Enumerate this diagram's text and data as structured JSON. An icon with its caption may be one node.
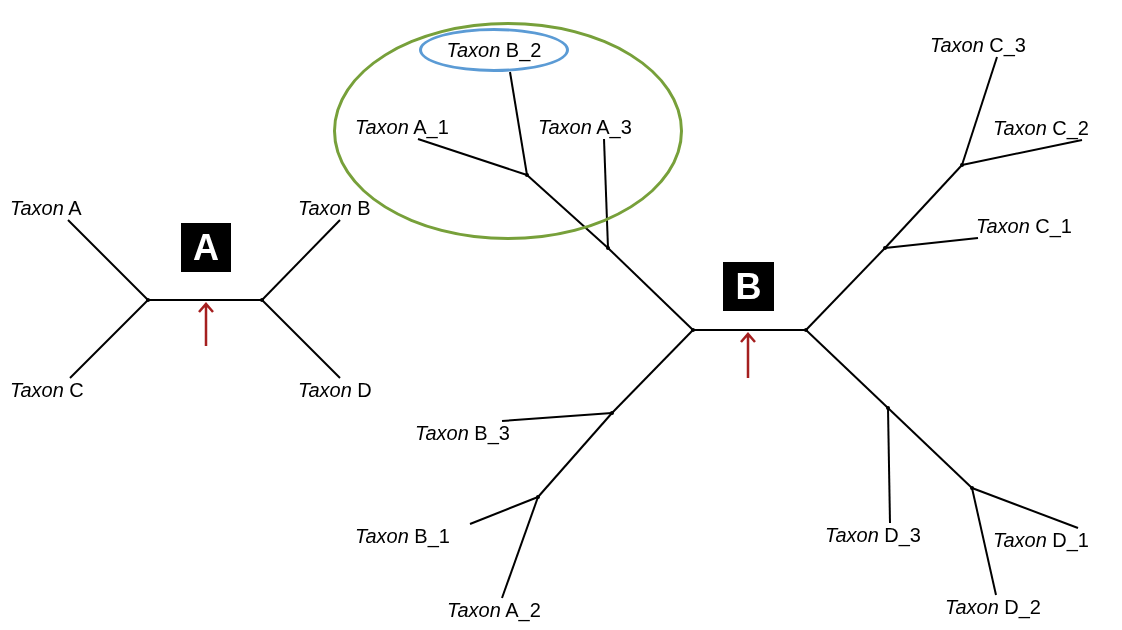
{
  "diagram": {
    "nodes": [
      {
        "text": [
          "*Taxon* A"
        ]
      },
      {
        "text": [
          "*Taxon* B"
        ]
      },
      {
        "text": [
          "A"
        ]
      },
      {
        "text": [
          "*Taxon* C"
        ]
      },
      {
        "text": [
          "*Taxon* D"
        ]
      },
      {
        "text": [],
        "shape": "dot"
      },
      {
        "text": [],
        "shape": "dot"
      },
      {
        "text": [],
        "shape": "ellipse"
      },
      {
        "text": [
          "*Taxon* B_2"
        ],
        "in": 7
      },
      {
        "text": [
          "*Taxon* A_1"
        ],
        "in": 7
      },
      {
        "text": [
          "*Taxon* A_3"
        ],
        "in": 7
      },
      {
        "text": [
          "*Taxon* C_3"
        ]
      },
      {
        "text": [
          "*Taxon* C_2"
        ]
      },
      {
        "text": [
          "*Taxon* C_1"
        ]
      },
      {
        "text": [
          "B"
        ]
      },
      {
        "text": [
          "*Taxon* B_3"
        ]
      },
      {
        "text": [
          "*Taxon* B_1"
        ]
      },
      {
        "text": [
          "*Taxon* D_3"
        ]
      },
      {
        "text": [
          "*Taxon* D_1"
        ]
      },
      {
        "text": [
          "*Taxon* A_2"
        ]
      },
      {
        "text": [
          "*Taxon* D_2"
        ]
      },
      {
        "text": [],
        "shape": "dot"
      },
      {
        "text": [],
        "shape": "dot"
      },
      {
        "text": [],
        "shape": "dot"
      },
      {
        "text": [],
        "shape": "dot",
        "in": 7
      },
      {
        "text": [],
        "shape": "dot"
      },
      {
        "text": [],
        "shape": "dot"
      },
      {
        "text": [],
        "shape": "dot"
      },
      {
        "text": [],
        "shape": "dot"
      },
      {
        "text": [],
        "shape": "dot"
      },
      {
        "text": [],
        "shape": "dot"
      }
    ],
    "edges": [
      {
        "from": 5,
        "to": 0,
        "arrow": "none"
      },
      {
        "from": 5,
        "to": 3,
        "arrow": "none"
      },
      {
        "from": 5,
        "to": 6,
        "arrow": "none"
      },
      {
        "from": 6,
        "to": 1,
        "arrow": "none"
      },
      {
        "from": 6,
        "to": 4,
        "arrow": "none"
      },
      {
        "from": 21,
        "to": 22,
        "arrow": "none"
      },
      {
        "from": 21,
        "to": 23,
        "arrow": "none"
      },
      {
        "from": 23,
        "to": 24,
        "arrow": "none"
      },
      {
        "from": 23,
        "to": 10,
        "arrow": "none"
      },
      {
        "from": 24,
        "to": 9,
        "arrow": "none"
      },
      {
        "from": 24,
        "to": 8,
        "arrow": "none"
      },
      {
        "from": 21,
        "to": 25,
        "arrow": "none"
      },
      {
        "from": 25,
        "to": 26,
        "arrow": "none"
      },
      {
        "from": 25,
        "to": 15,
        "arrow": "none"
      },
      {
        "from": 26,
        "to": 16,
        "arrow": "none"
      },
      {
        "from": 26,
        "to": 19,
        "arrow": "none"
      },
      {
        "from": 22,
        "to": 27,
        "arrow": "none"
      },
      {
        "from": 27,
        "to": 28,
        "arrow": "none"
      },
      {
        "from": 27,
        "to": 13,
        "arrow": "none"
      },
      {
        "from": 28,
        "to": 11,
        "arrow": "none"
      },
      {
        "from": 28,
        "to": 12,
        "arrow": "none"
      },
      {
        "from": 22,
        "to": 29,
        "arrow": "none"
      },
      {
        "from": 29,
        "to": 30,
        "arrow": "none"
      },
      {
        "from": 29,
        "to": 17,
        "arrow": "none"
      },
      {
        "from": 30,
        "to": 18,
        "arrow": "none"
      },
      {
        "from": 30,
        "to": 20,
        "arrow": "none"
      }
    ]
  }
}
